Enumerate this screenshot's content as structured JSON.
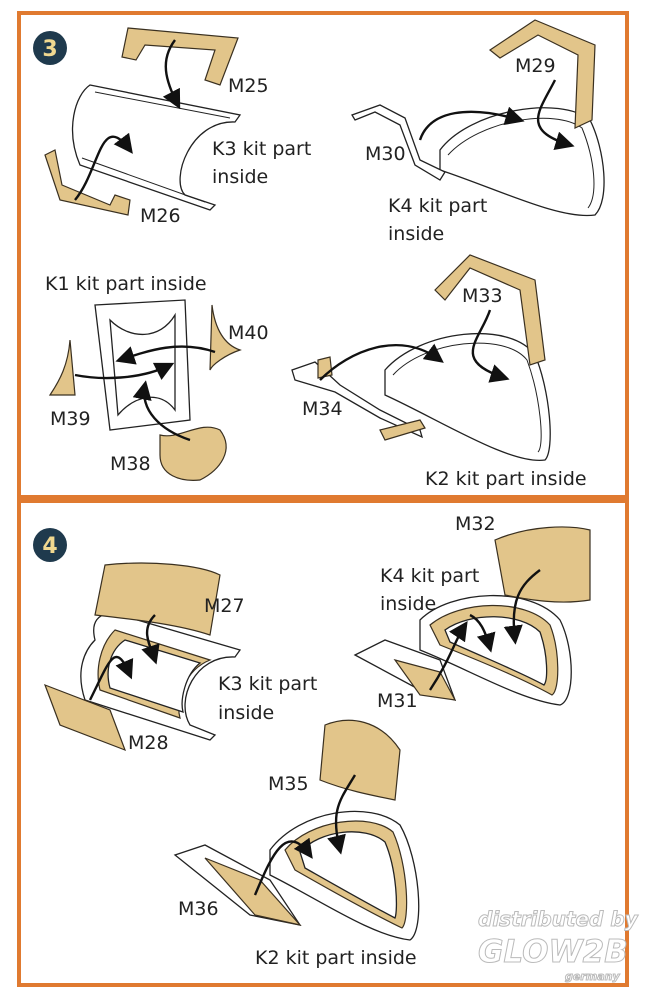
{
  "colors": {
    "border": "#e07a30",
    "part": "#e2c58a",
    "badge": "#1f3a4d",
    "badge_text": "#f0d890"
  },
  "step3": {
    "number": "3",
    "labels": {
      "m25": "M25",
      "m26": "M26",
      "k3_line1": "K3 kit part",
      "k3_line2": "inside",
      "m29": "M29",
      "m30": "M30",
      "k4_line1": "K4 kit part",
      "k4_line2": "inside",
      "k1": "K1 kit part inside",
      "m40": "M40",
      "m39": "M39",
      "m38": "M38",
      "m33": "M33",
      "m34": "M34",
      "k2": "K2 kit part inside"
    }
  },
  "step4": {
    "number": "4",
    "labels": {
      "m32": "M32",
      "k4_line1": "K4 kit part",
      "k4_line2": "inside",
      "m31": "M31",
      "m27": "M27",
      "k3_line1": "K3 kit part",
      "k3_line2": "inside",
      "m28": "M28",
      "m35": "M35",
      "m36": "M36",
      "k2": "K2 kit part inside"
    }
  },
  "watermark": {
    "line1": "distributed by",
    "line2": "GLOW2B",
    "line3": "germany"
  }
}
